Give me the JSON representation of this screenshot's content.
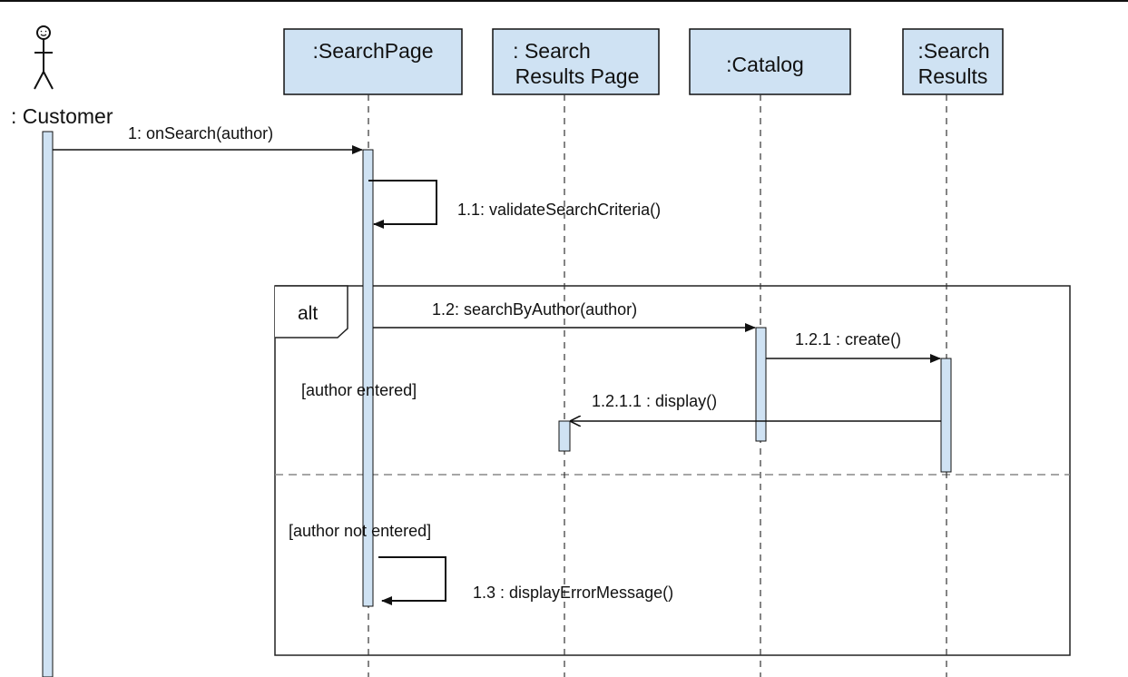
{
  "colors": {
    "lifeline_fill": "#cfe2f3",
    "stroke": "#111111",
    "dashed_line": "#666666",
    "frame_stroke": "#222222"
  },
  "actor": {
    "icon": "stick-figure-icon",
    "label": ": Customer"
  },
  "lifelines": [
    {
      "id": "search-page",
      "label_lines": [
        ":SearchPage"
      ]
    },
    {
      "id": "search-results-page",
      "label_lines": [
        ": Search",
        "Results Page"
      ]
    },
    {
      "id": "catalog",
      "label_lines": [
        ":Catalog"
      ]
    },
    {
      "id": "search-results",
      "label_lines": [
        ":Search",
        "Results"
      ]
    }
  ],
  "messages": {
    "m1": "1: onSearch(author)",
    "m1_1": "1.1: validateSearchCriteria()",
    "m1_2": "1.2: searchByAuthor(author)",
    "m1_2_1": "1.2.1 : create()",
    "m1_2_1_1": "1.2.1.1 : display()",
    "m1_3": "1.3 : displayErrorMessage()"
  },
  "fragment": {
    "operator": "alt",
    "guards": [
      "[author entered]",
      "[author not entered]"
    ]
  }
}
